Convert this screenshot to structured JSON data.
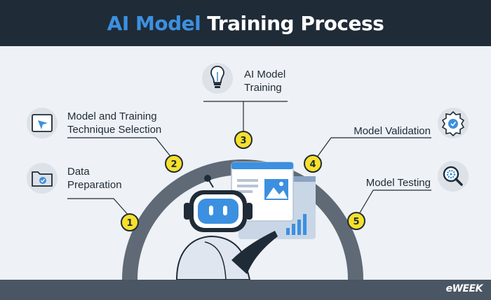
{
  "title": {
    "accent": "AI Model",
    "rest": "Training Process"
  },
  "brand": "eWEEK",
  "steps": [
    {
      "number": "1",
      "label": "Data\nPreparation",
      "icon": "folder-check-icon"
    },
    {
      "number": "2",
      "label": "Model and Training\nTechnique Selection",
      "icon": "cursor-window-icon"
    },
    {
      "number": "3",
      "label": "AI Model\nTraining",
      "icon": "lightbulb-icon"
    },
    {
      "number": "4",
      "label": "Model Validation",
      "icon": "badge-check-icon"
    },
    {
      "number": "5",
      "label": "Model Testing",
      "icon": "magnify-gear-icon"
    }
  ],
  "colors": {
    "header": "#1f2b37",
    "accent": "#3c90e0",
    "arc": "#5f6a76",
    "marker": "#f6e02c",
    "icon_bg": "#dde2e8",
    "footer": "#4a5663"
  }
}
